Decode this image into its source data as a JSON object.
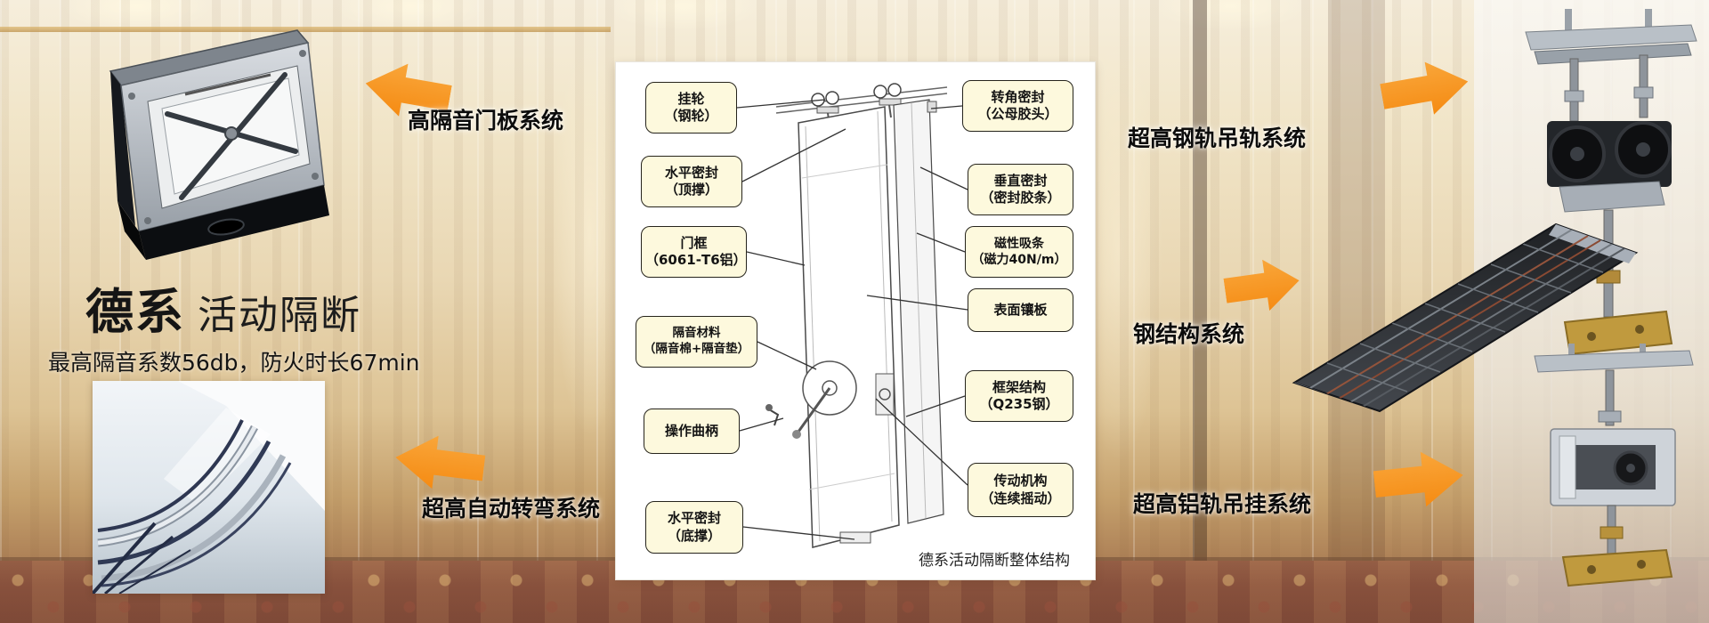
{
  "hero": {
    "brand": "德系",
    "product": "活动隔断",
    "subtitle": "最高隔音系数56db，防火时长67min"
  },
  "callouts": {
    "door_panel": "高隔音门板系统",
    "auto_turn": "超高自动转弯系统",
    "steel_rail": "超高钢轨吊轨系统",
    "steel_structure": "钢结构系统",
    "aluminum_rail": "超高铝轨吊挂系统"
  },
  "diagram": {
    "caption": "德系活动隔断整体结构",
    "left_labels": [
      "挂轮\n（钢轮）",
      "水平密封\n（顶撑）",
      "门框\n（6061-T6铝）",
      "隔音材料\n（隔音棉+隔音垫）",
      "操作曲柄",
      "水平密封\n（底撑）"
    ],
    "right_labels": [
      "转角密封\n（公母胶头）",
      "垂直密封\n（密封胶条）",
      "磁性吸条\n（磁力40N/m）",
      "表面镶板",
      "框架结构\n（Q235钢）",
      "传动机构\n（连续摇动）"
    ]
  },
  "colors": {
    "arrow_orange": "#F58B13",
    "callout_bg": "#FDF9DD"
  }
}
